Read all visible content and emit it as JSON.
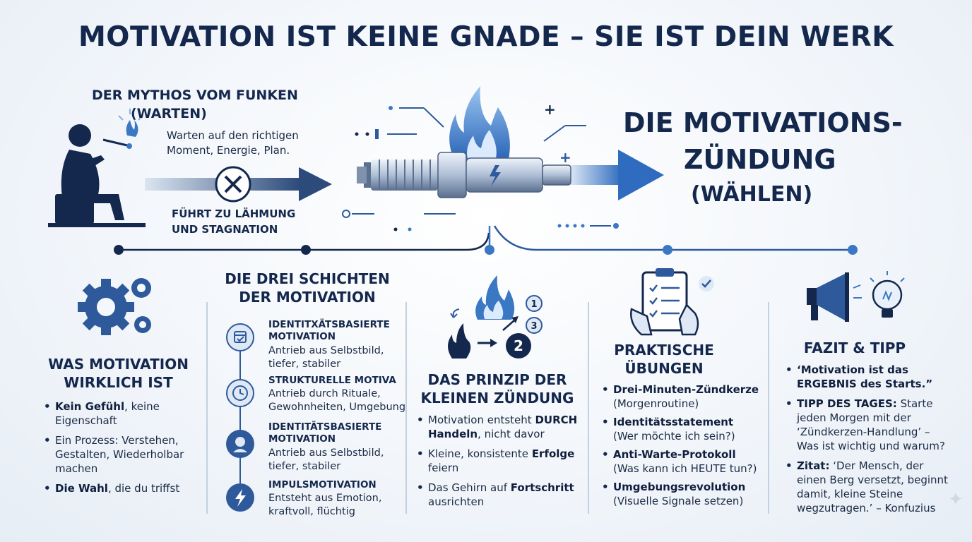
{
  "title": "MOTIVATION IST KEINE GNADE – SIE IST DEIN WERK",
  "myth": {
    "title_line1": "DER MYTHOS VOM FUNKEN",
    "title_line2": "(WARTEN)",
    "text_line1": "Warten auf den richtigen",
    "text_line2": "Moment, Energie, Plan.",
    "result_line1": "FÜHRT ZU LÄHMUNG",
    "result_line2": "UND STAGNATION"
  },
  "ignition": {
    "title_line1": "DIE MOTIVATIONS-",
    "title_line2": "ZÜNDUNG",
    "subtitle": "(WÄHLEN)"
  },
  "what": {
    "title_line1": "WAS MOTIVATION",
    "title_line2": "WIRKLICH IST",
    "items": [
      {
        "bold": "Kein Gefühl",
        "rest": ", keine Eigenschaft"
      },
      {
        "bold": "",
        "rest": "Ein Prozess: Verstehen, Gestalten, Wiederholbar machen"
      },
      {
        "bold": "Die Wahl",
        "rest": ", die du triffst"
      }
    ]
  },
  "layers": {
    "title_line1": "DIE DREI SCHICHTEN",
    "title_line2": "DER MOTIVATION",
    "items": [
      {
        "head": "IDENTITXÄTSBASIERTE MOTIVATION",
        "text": "Antrieb aus Selbstbild, tiefer, stabiler",
        "icon": "calendar-check-icon"
      },
      {
        "head": "STRUKTURELLE MOTIVA",
        "text": "Antrieb durch Rituale, Gewohnheiten, Umgebung",
        "icon": "clock-icon"
      },
      {
        "head": "IDENTITÄTSBASIERTE MOTIVATION",
        "text": "Antrieb aus Selbstbild, tiefer, stabiler",
        "icon": "person-head-icon"
      },
      {
        "head": "IMPULSMOTIVATION",
        "text": "Entsteht aus Emotion, kraftvoll, flüchtig",
        "icon": "lightning-icon"
      }
    ]
  },
  "principle": {
    "title_line1": "DAS PRINZIP DER",
    "title_line2": "KLEINEN ZÜNDUNG",
    "steps": [
      "1",
      "3",
      "2"
    ],
    "items": [
      {
        "pre": "Motivation entsteht ",
        "bold": "DURCH Handeln",
        "post": ", nicht davor"
      },
      {
        "pre": "Kleine, konsistente ",
        "bold": "Erfolge",
        "post": " feiern"
      },
      {
        "pre": "Das Gehirn auf ",
        "bold": "Fortschritt",
        "post": " ausrichten"
      }
    ]
  },
  "exercises": {
    "title_line1": "PRAKTISCHE",
    "title_line2": "ÜBUNGEN",
    "items": [
      {
        "bold": "Drei-Minuten-Zündkerze",
        "rest": "(Morgenroutine)"
      },
      {
        "bold": "Identitätsstatement",
        "rest": "(Wer möchte ich sein?)"
      },
      {
        "bold": "Anti-Warte-Protokoll",
        "rest": "(Was kann ich HEUTE tun?)"
      },
      {
        "bold": "Umgebungsrevolution",
        "rest": "(Visuelle Signale setzen)"
      }
    ]
  },
  "conclusion": {
    "title": "FAZIT & TIPP",
    "quote_line1": "‘Motivation ist das",
    "quote_line2": "ERGEBNIS des Starts.”",
    "tip_label": "TIPP DES TAGES:",
    "tip_text": " Starte jeden Morgen mit der ‘Zündkerzen-Handlung’ – Was ist wichtig und warum?",
    "cite_label": "Zitat:",
    "cite_text": " ‘Der Mensch, der einen Berg versetzt, beginnt damit, kleine Steine wegzutragen.’ – Konfuzius"
  },
  "colors": {
    "navy": "#14284d",
    "blue": "#2e5a9c",
    "accent": "#3b78c4",
    "flame": "#4a8fe0"
  }
}
